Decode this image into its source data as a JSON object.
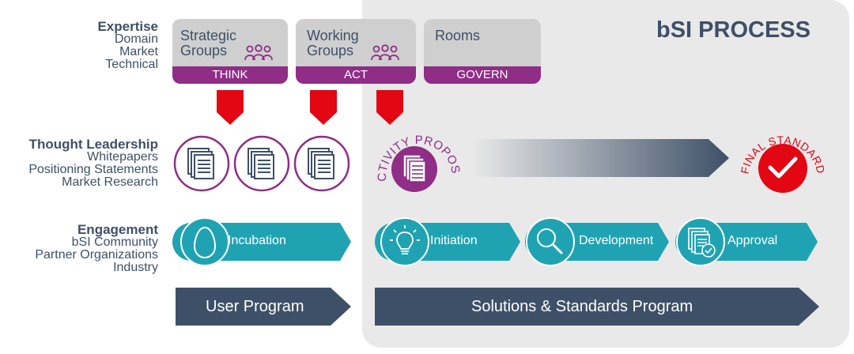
{
  "title": "bSI PROCESS",
  "sidebar": {
    "expertise": {
      "heading": "Expertise",
      "items": [
        "Domain",
        "Market",
        "Technical"
      ]
    },
    "leadership": {
      "heading": "Thought Leadership",
      "items": [
        "Whitepapers",
        "Positioning Statements",
        "Market Research"
      ]
    },
    "engagement": {
      "heading": "Engagement",
      "items": [
        "bSI Community",
        "Partner Organizations",
        "Industry"
      ]
    }
  },
  "groups": [
    {
      "line1": "Strategic",
      "line2": "Groups",
      "bar": "THINK",
      "icon": "people-icon"
    },
    {
      "line1": "Working",
      "line2": "Groups",
      "bar": "ACT",
      "icon": "people-icon"
    },
    {
      "line1": "Rooms",
      "line2": "",
      "bar": "GOVERN"
    }
  ],
  "milestones": {
    "activity_proposal": "ACTIVITY PROPOSAL",
    "final_standard": "FINAL STANDARD"
  },
  "stages": {
    "incubation": "Incubation",
    "initiation": "Initiation",
    "development": "Development",
    "approval": "Approval"
  },
  "programs": {
    "user": "User Program",
    "solutions": "Solutions & Standards Program"
  },
  "colors": {
    "teal": "#1fa3b3",
    "purple": "#8f2d87",
    "navy": "#3e5068",
    "red": "#e30613",
    "gray": "#cfcfcf"
  }
}
